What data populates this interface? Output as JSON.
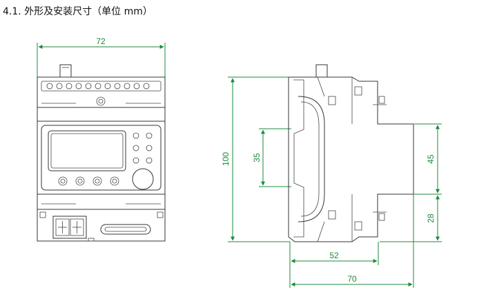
{
  "heading": "4.1. 外形及安装尺寸（单位  mm）",
  "dimensions": {
    "front_width": "72",
    "height": "100",
    "rail_height": "35",
    "upper_step": "45",
    "lower_step": "28",
    "depth_inner": "52",
    "depth_total": "70"
  },
  "colors": {
    "dimension": "#1a8a3a",
    "outline": "#333333"
  }
}
